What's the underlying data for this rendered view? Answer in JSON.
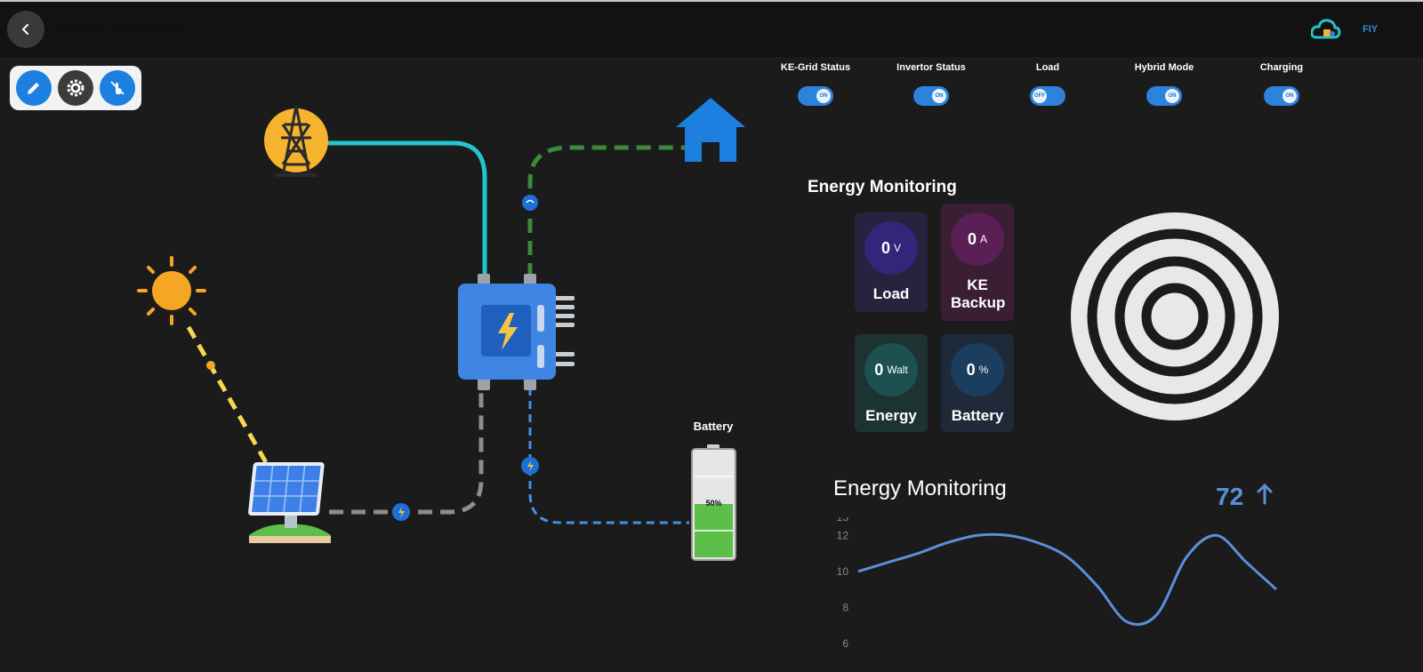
{
  "app": {
    "title": "IOTFIY WIDGETS",
    "logo_text": "FIY",
    "back_icon": "chevron-left-icon"
  },
  "toolbar": {
    "buttons": [
      "pencil-icon",
      "gear-icon",
      "no-touch-icon"
    ]
  },
  "toggles": [
    {
      "label": "KE-Grid Status",
      "state": "ON"
    },
    {
      "label": "Invertor Status",
      "state": "ON"
    },
    {
      "label": "Load",
      "state": "OFF"
    },
    {
      "label": "Hybrid Mode",
      "state": "ON"
    },
    {
      "label": "Charging",
      "state": "ON"
    }
  ],
  "diagram": {
    "battery_label": "Battery",
    "battery_level": "50%",
    "battery_fill_fraction": 0.5
  },
  "monitoring": {
    "title": "Energy Monitoring",
    "cards": [
      {
        "value": "0",
        "unit": "V",
        "name": "Load",
        "bg": "#25233d",
        "circle": "#33267a"
      },
      {
        "value": "0",
        "unit": "A",
        "name": "KE Backup",
        "bg": "#3a1e33",
        "circle": "#5a1f55"
      },
      {
        "value": "0",
        "unit": "Walt",
        "name": "Energy",
        "bg": "#1d3332",
        "circle": "#1d5050"
      },
      {
        "value": "0",
        "unit": "%",
        "name": "Battery",
        "bg": "#1e2a3a",
        "circle": "#1b3d5e"
      }
    ]
  },
  "chart_header": {
    "title": "Energy Monitoring",
    "kpi": "72",
    "kpi_icon": "arrow-up-icon"
  },
  "chart_data": {
    "type": "line",
    "x": [
      0,
      1,
      2,
      3,
      4,
      5,
      6,
      7,
      8,
      9,
      10,
      11,
      12,
      13,
      14
    ],
    "series": [
      {
        "values": [
          10,
          10.5,
          11,
          11.6,
          12,
          12,
          11.6,
          10.8,
          9.2,
          7.2,
          7.6,
          10.8,
          12,
          10.5,
          9
        ]
      }
    ],
    "yticks": [
      6,
      8,
      10,
      12,
      13
    ],
    "ylim": [
      5.5,
      13
    ],
    "color": "#5b8fd8"
  },
  "colors": {
    "accent": "#1d7fe0",
    "grid_line": "#23c6cf",
    "load_line": "#3b8a3a",
    "solar_line": "#f5d94e",
    "battery_line": "#4a8ee6",
    "inverter": "#3f86e4"
  }
}
